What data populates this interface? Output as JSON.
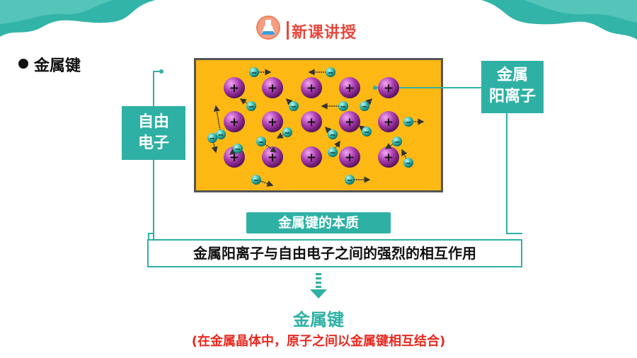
{
  "header": {
    "title": "新课讲授",
    "icon": "flask-icon",
    "accent_color": "#e8463a"
  },
  "section": {
    "title": "金属键"
  },
  "diagram": {
    "crystal_color": "#fdb813",
    "cation_color": "#9b2fa0",
    "electron_color": "#2bb3a9",
    "cation_symbol": "+",
    "electron_symbol": "−",
    "free_electron_label_line1": "自由",
    "free_electron_label_line2": "电子",
    "cation_label_line1": "金属",
    "cation_label_line2": "阳离子",
    "essence_title": "金属键的本质",
    "definition": "金属阳离子与自由电子之间的强烈的相互作用"
  },
  "conclusion": {
    "term": "金属键",
    "note": "(在金属晶体中，原子之间以金属键相互结合)"
  },
  "colors": {
    "teal": "#2eb1a4",
    "red": "#e8291f"
  }
}
